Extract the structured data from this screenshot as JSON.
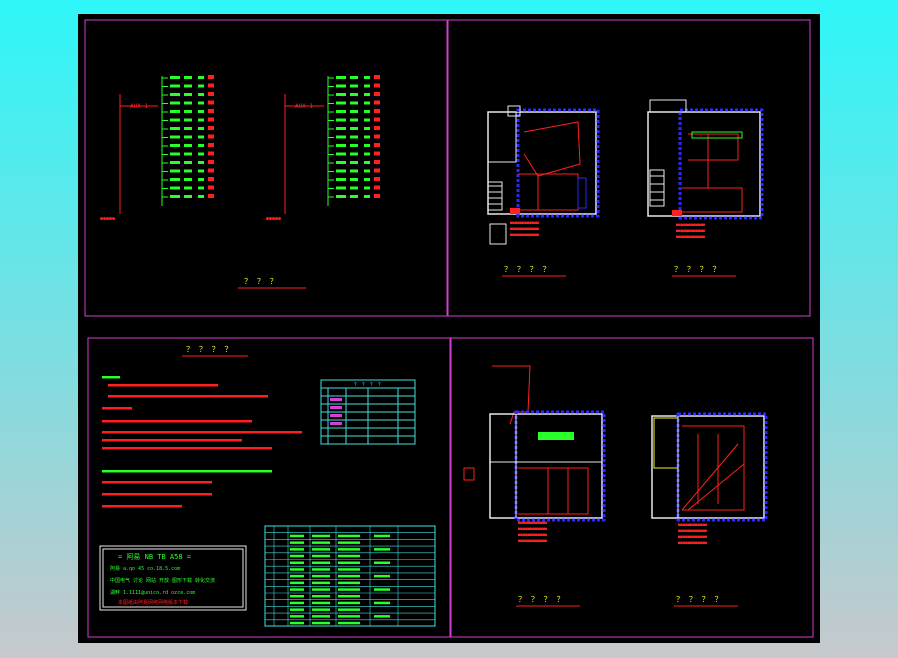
{
  "colors": {
    "background_top": "#2ef6f8",
    "sheet": "#000000",
    "frame": "#d43fd0",
    "wire_red": "#ff2020",
    "wire_green": "#29ff29",
    "wall_white": "#e8e8e8",
    "wall_blue": "#2a2aff",
    "table_cyan": "#3fe0e0",
    "title_yellow": "#f2f220"
  },
  "panels": {
    "system_diagram": {
      "left_feed_label": "AUX-1",
      "right_feed_label": "AUX-1",
      "title": "？ ？ ？"
    },
    "plans_top": {
      "left_title": "？ ？ ？ ？",
      "right_title": "？ ？ ？ ？"
    },
    "notes": {
      "title": "？ ？ ？ ？",
      "small_table_title": "？ ？ ？ ？",
      "title_block": {
        "line1": "= 阿易 NB TB A58 =",
        "line2": "阿易 a.qo 45 co.18.5.com",
        "line3": "中国电气 讨论 网站 开放 图形下载 转化交流",
        "line4": "湖畔 1.1111@unico.rd ozce.com",
        "line5": "本图纸由阿易网络网络版本下载"
      }
    },
    "plans_bottom": {
      "left_title": "？ ？ ？ ？",
      "right_title": "？ ？ ？ ？"
    }
  }
}
